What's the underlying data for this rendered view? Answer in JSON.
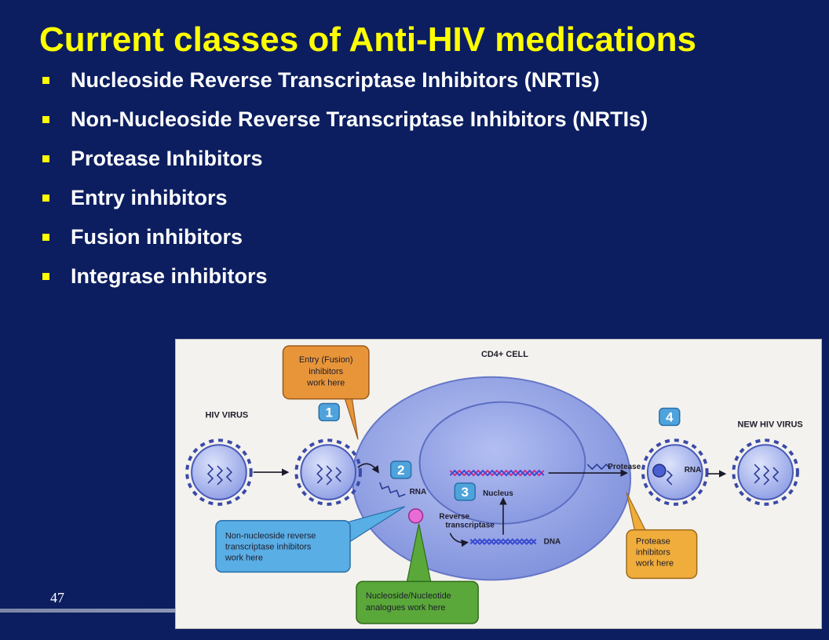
{
  "slide": {
    "title": "Current classes of Anti-HIV medications",
    "bullets": [
      "Nucleoside Reverse Transcriptase Inhibitors (NRTIs)",
      "Non-Nucleoside Reverse Transcriptase Inhibitors (NRTIs)",
      "Protease Inhibitors",
      "Entry inhibitors",
      "Fusion inhibitors",
      "Integrase inhibitors"
    ],
    "page_number": "47"
  },
  "diagram": {
    "cell_label": "CD4+ CELL",
    "hiv_virus_label": "HIV VIRUS",
    "new_virus_label": "NEW HIV VIRUS",
    "rna_label_1": "RNA",
    "rna_label_2": "RNA",
    "nucleus_label": "Nucleus",
    "reverse_label_1": "Reverse",
    "reverse_label_2": "transcriptase",
    "dna_label": "DNA",
    "protease_label": "Protease",
    "steps": [
      "1",
      "2",
      "3",
      "4"
    ],
    "callout_entry": [
      "Entry (Fusion)",
      "inhibitors",
      "work here"
    ],
    "callout_nnrti": [
      "Non-nucleoside reverse",
      "transcriptase inhibitors",
      "work here"
    ],
    "callout_nrti": [
      "Nucleoside/Nucleotide",
      "analogues work here"
    ],
    "callout_protease": [
      "Protease",
      "inhibitors",
      "work here"
    ],
    "colors": {
      "background": "#0c1e60",
      "title": "#ffff00",
      "callout_entry": "#e8953a",
      "callout_nnrti": "#5aaee6",
      "callout_nrti": "#5aa83a",
      "callout_protease": "#f0ad3c",
      "cell": "#8fa0e4",
      "step_badge": "#4fa3dc"
    }
  }
}
